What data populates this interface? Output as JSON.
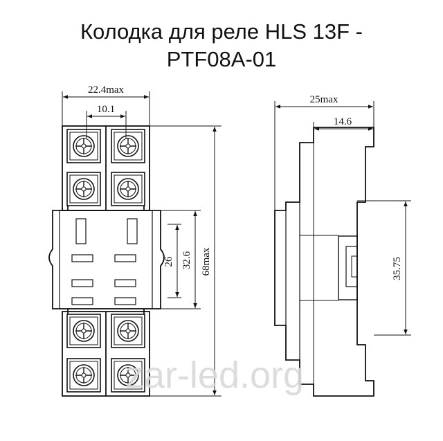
{
  "title": {
    "line1": "Колодка для реле HLS 13F -",
    "line2": "PTF08A-01"
  },
  "front_view": {
    "width_max": "22.4max",
    "pin_pitch": "10.1",
    "height_inner": "26",
    "height_mid": "32.6",
    "height_max": "68max"
  },
  "side_view": {
    "depth_max": "25max",
    "depth_inner": "14.6",
    "rail_span": "35.75"
  },
  "watermark": "zar-led.org",
  "colors": {
    "line": "#111111",
    "watermark": "#d9d9d9"
  }
}
